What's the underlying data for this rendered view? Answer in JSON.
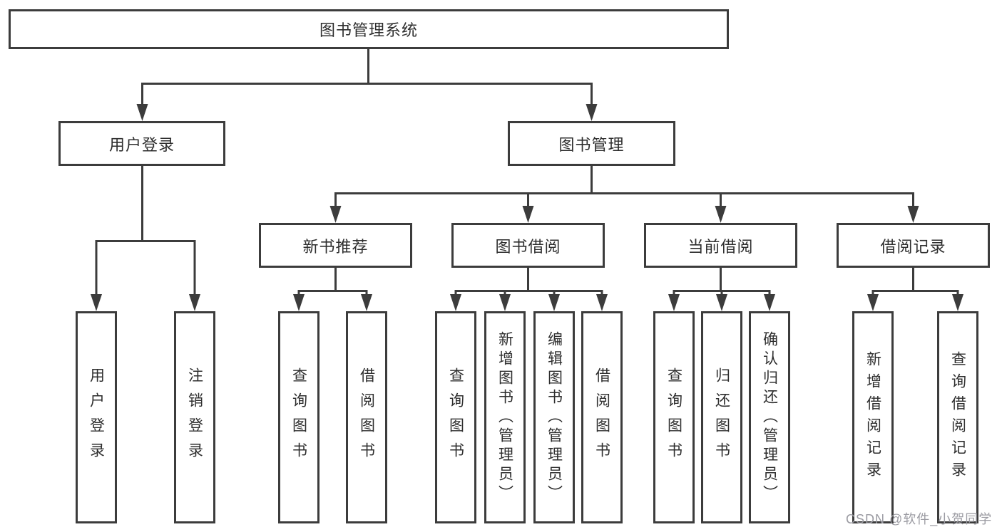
{
  "diagram": {
    "root": "图书管理系统",
    "level2": {
      "user_login": "用户登录",
      "book_mgmt": "图书管理"
    },
    "level3": {
      "new_book": "新书推荐",
      "book_borrow": "图书借阅",
      "current_borrow": "当前借阅",
      "borrow_record": "借阅记录"
    },
    "leaves": {
      "user_login_1": "用户登录",
      "user_login_2": "注销登录",
      "new_book_1": "查询图书",
      "new_book_2": "借阅图书",
      "book_borrow_1": "查询图书",
      "book_borrow_2": "新增图书（管理员）",
      "book_borrow_3": "编辑图书（管理员）",
      "book_borrow_4": "借阅图书",
      "current_borrow_1": "查询图书",
      "current_borrow_2": "归还图书",
      "current_borrow_3": "确认归还（管理员）",
      "borrow_record_1": "新增借阅记录",
      "borrow_record_2": "查询借阅记录"
    }
  },
  "watermark": "CSDN @软件_小贺同学",
  "colors": {
    "line": "#3c3c3c",
    "text": "#2e2e2e",
    "watermark": "#9b9ba2",
    "background": "#ffffff"
  }
}
